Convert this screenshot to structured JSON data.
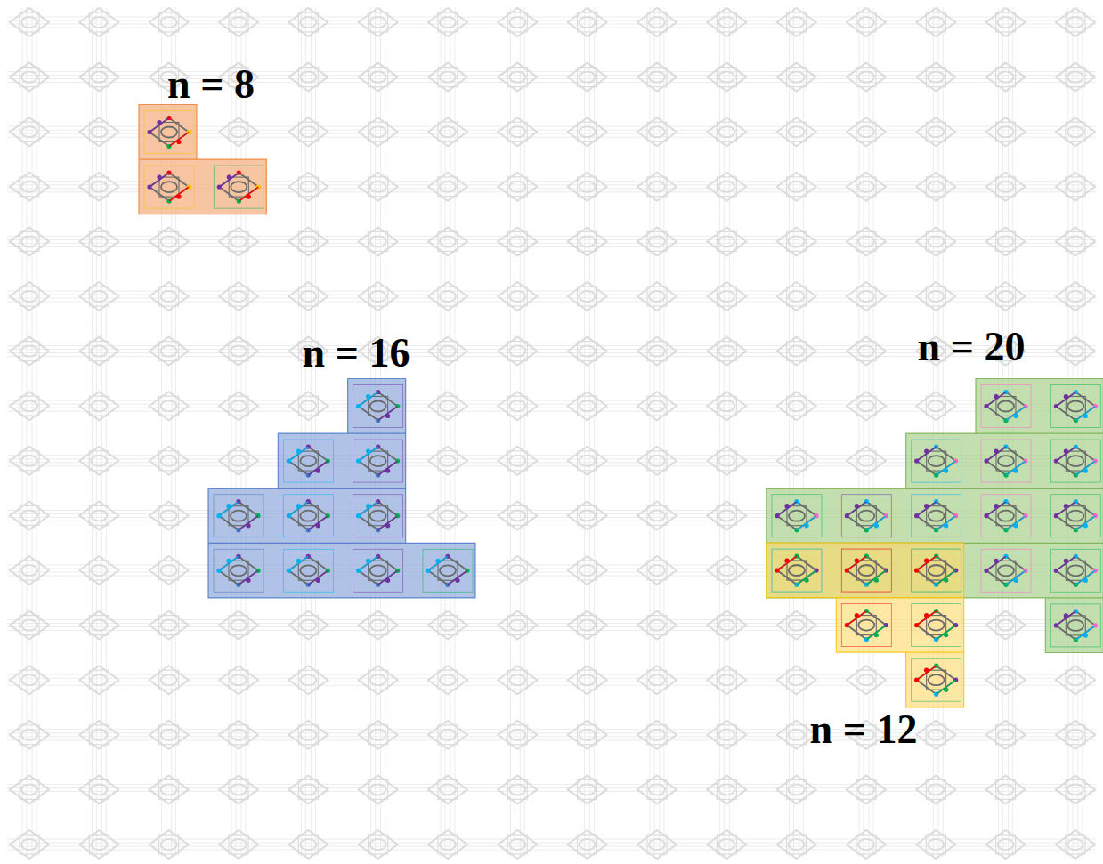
{
  "diagram": {
    "nodes": [
      {
        "text": [
          "n = 8"
        ]
      },
      {
        "text": [
          "n = 16"
        ]
      },
      {
        "text": [
          "n = 20"
        ]
      },
      {
        "text": [
          "n = 12"
        ]
      }
    ]
  }
}
